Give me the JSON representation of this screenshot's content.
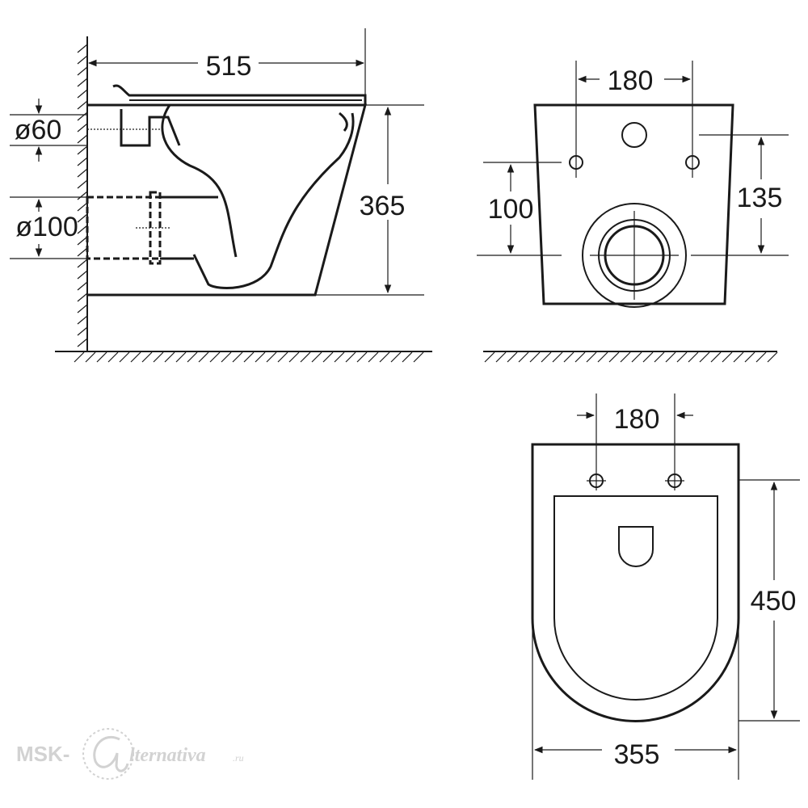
{
  "side_view": {
    "width_label": "515",
    "height_label": "365",
    "water_inlet_label": "ø60",
    "drain_label": "ø100"
  },
  "rear_view": {
    "bolt_spacing_label": "180",
    "drain_height_label": "100",
    "bolt_height_label": "135"
  },
  "top_view": {
    "bolt_spacing_label": "180",
    "length_label": "450",
    "width_label": "355"
  },
  "watermark": {
    "left": "MSK-",
    "script": "lternativa",
    "suffix": ".ru"
  },
  "colors": {
    "line": "#1a1a1a",
    "background": "#ffffff",
    "watermark": "#d2d2d2"
  }
}
